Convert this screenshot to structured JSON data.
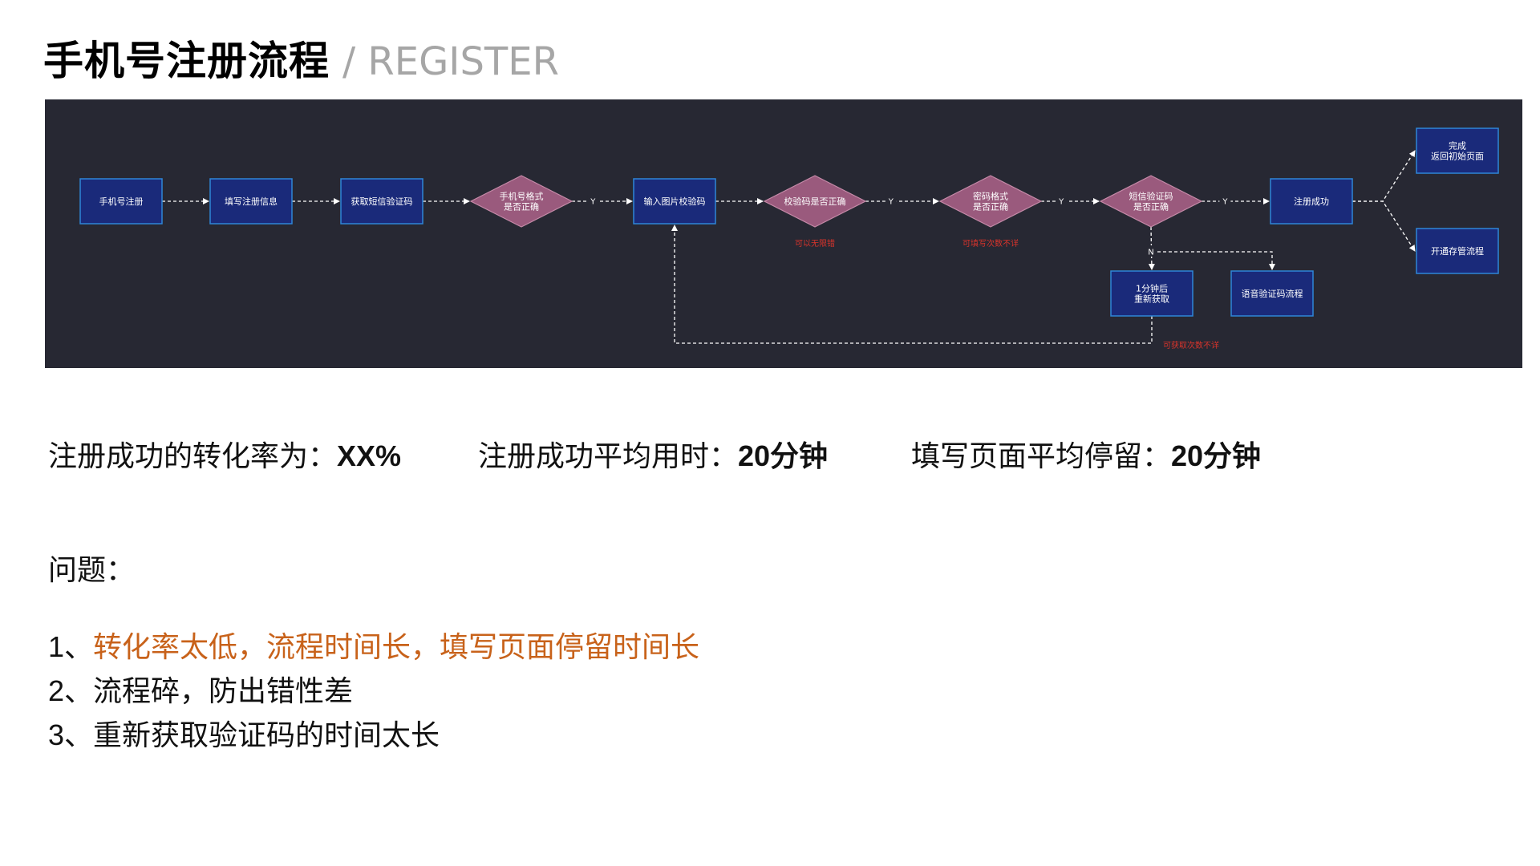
{
  "title": {
    "main": "手机号注册流程",
    "sub": "/ REGISTER"
  },
  "colors": {
    "panel_bg": "#272833",
    "box_fill": "#1a2a7a",
    "box_border": "#2e86d8",
    "diamond_fill": "#9a5a7d",
    "diamond_border": "#c58aa8",
    "line": "#ffffff",
    "note_red": "#d9342b",
    "highlight_orange": "#c8621a"
  },
  "flow": {
    "nodes": [
      {
        "id": "n1",
        "shape": "box",
        "label": "手机号注册"
      },
      {
        "id": "n2",
        "shape": "box",
        "label": "填写注册信息"
      },
      {
        "id": "n3",
        "shape": "box",
        "label": "获取短信验证码"
      },
      {
        "id": "n4",
        "shape": "diamond",
        "label": [
          "手机号格式",
          "是否正确"
        ]
      },
      {
        "id": "n5",
        "shape": "box",
        "label": "输入图片校验码"
      },
      {
        "id": "n6",
        "shape": "diamond",
        "label": [
          "校验码是否正确"
        ]
      },
      {
        "id": "n7",
        "shape": "diamond",
        "label": [
          "密码格式",
          "是否正确"
        ]
      },
      {
        "id": "n8",
        "shape": "diamond",
        "label": [
          "短信验证码",
          "是否正确"
        ]
      },
      {
        "id": "n9",
        "shape": "box",
        "label": "注册成功"
      },
      {
        "id": "n10",
        "shape": "box",
        "label": [
          "完成",
          "返回初始页面"
        ]
      },
      {
        "id": "n11",
        "shape": "box",
        "label": "开通存管流程"
      },
      {
        "id": "n12",
        "shape": "box",
        "label": [
          "1分钟后",
          "重新获取"
        ],
        "first_line_red": true
      },
      {
        "id": "n13",
        "shape": "box",
        "label": "语音验证码流程"
      }
    ],
    "edges": [
      {
        "from": "n1",
        "to": "n2",
        "label": ""
      },
      {
        "from": "n2",
        "to": "n3",
        "label": ""
      },
      {
        "from": "n3",
        "to": "n4",
        "label": ""
      },
      {
        "from": "n4",
        "to": "n5",
        "label": "Y"
      },
      {
        "from": "n5",
        "to": "n6",
        "label": ""
      },
      {
        "from": "n6",
        "to": "n7",
        "label": "Y"
      },
      {
        "from": "n7",
        "to": "n8",
        "label": "Y"
      },
      {
        "from": "n8",
        "to": "n9",
        "label": "Y"
      },
      {
        "from": "n9",
        "to": "n10",
        "label": ""
      },
      {
        "from": "n9",
        "to": "n11",
        "label": ""
      },
      {
        "from": "n8",
        "to": "n12",
        "label": "N"
      },
      {
        "from": "n8",
        "to": "n13",
        "label": ""
      },
      {
        "from": "n12",
        "to": "n5",
        "label": ""
      }
    ],
    "notes": [
      {
        "near": "n6",
        "text": "可以无限错"
      },
      {
        "near": "n7",
        "text": "可填写次数不详"
      },
      {
        "near": "n12",
        "text": "可获取次数不详"
      }
    ]
  },
  "stats": [
    {
      "label": "注册成功的转化率为：",
      "value": "XX%"
    },
    {
      "label": "注册成功平均用时：",
      "value": "20分钟"
    },
    {
      "label": "填写页面平均停留：",
      "value": "20分钟"
    }
  ],
  "issues": {
    "heading": "问题：",
    "items": [
      {
        "num": "1、",
        "text": "转化率太低，流程时间长，填写页面停留时间长",
        "highlight": true
      },
      {
        "num": "2、",
        "text": "流程碎，防出错性差",
        "highlight": false
      },
      {
        "num": "3、",
        "text": "重新获取验证码的时间太长",
        "highlight": false
      }
    ]
  }
}
